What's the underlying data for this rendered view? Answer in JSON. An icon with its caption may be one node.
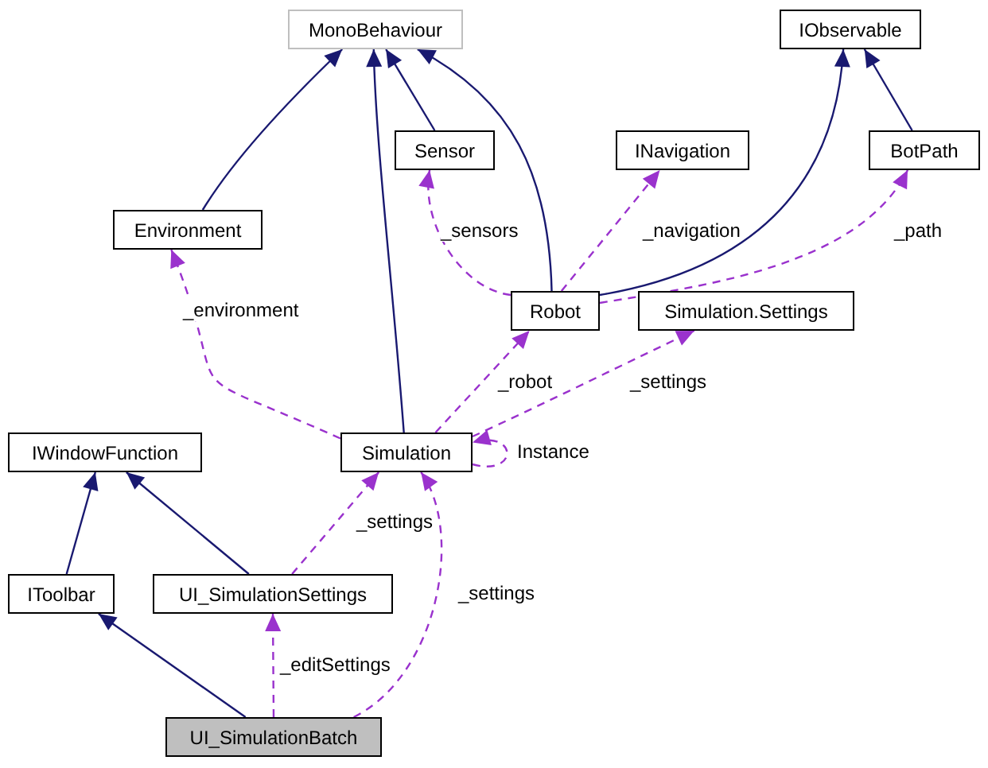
{
  "diagram": {
    "nodes": [
      {
        "text": [
          "MonoBehaviour"
        ]
      },
      {
        "text": [
          "IObservable"
        ]
      },
      {
        "text": [
          "Sensor"
        ]
      },
      {
        "text": [
          "INavigation"
        ]
      },
      {
        "text": [
          "BotPath"
        ]
      },
      {
        "text": [
          "Environment"
        ]
      },
      {
        "text": [
          "Robot"
        ]
      },
      {
        "text": [
          "Simulation.Settings"
        ]
      },
      {
        "text": [
          "IWindowFunction"
        ]
      },
      {
        "text": [
          "Simulation"
        ]
      },
      {
        "text": [
          "IToolbar"
        ]
      },
      {
        "text": [
          "UI_SimulationSettings"
        ]
      },
      {
        "text": [
          "UI_SimulationBatch"
        ]
      }
    ],
    "edges": [
      {
        "from": 5,
        "to": 0,
        "arrow": "to",
        "color": "#191970"
      },
      {
        "from": 9,
        "to": 0,
        "arrow": "to",
        "color": "#191970"
      },
      {
        "from": 2,
        "to": 0,
        "arrow": "to",
        "color": "#191970"
      },
      {
        "from": 6,
        "to": 0,
        "arrow": "to",
        "color": "#191970"
      },
      {
        "from": 6,
        "to": 1,
        "arrow": "to",
        "color": "#191970"
      },
      {
        "from": 4,
        "to": 1,
        "arrow": "to",
        "color": "#191970"
      },
      {
        "from": 6,
        "to": 2,
        "arrow": "to",
        "label": "_sensors",
        "style": "dashed"
      },
      {
        "from": 6,
        "to": 3,
        "arrow": "to",
        "label": "_navigation",
        "style": "dashed"
      },
      {
        "from": 6,
        "to": 4,
        "arrow": "to",
        "label": "_path",
        "style": "dashed"
      },
      {
        "from": 9,
        "to": 5,
        "arrow": "to",
        "label": "_environment",
        "style": "dashed"
      },
      {
        "from": 9,
        "to": 6,
        "arrow": "to",
        "label": "_robot",
        "style": "dashed"
      },
      {
        "from": 9,
        "to": 7,
        "arrow": "to",
        "label": "_settings",
        "style": "dashed"
      },
      {
        "from": 9,
        "to": 9,
        "arrow": "to",
        "label": "Instance",
        "style": "dashed"
      },
      {
        "from": 10,
        "to": 8,
        "arrow": "to",
        "color": "#191970"
      },
      {
        "from": 11,
        "to": 8,
        "arrow": "to",
        "color": "#191970"
      },
      {
        "from": 11,
        "to": 9,
        "arrow": "to",
        "label": "_settings",
        "style": "dashed"
      },
      {
        "from": 12,
        "to": 9,
        "arrow": "to",
        "label": "_settings",
        "style": "dashed"
      },
      {
        "from": 12,
        "to": 11,
        "arrow": "to",
        "label": "_editSettings",
        "style": "dashed"
      },
      {
        "from": 12,
        "to": 10,
        "arrow": "to",
        "color": "#191970"
      }
    ]
  }
}
